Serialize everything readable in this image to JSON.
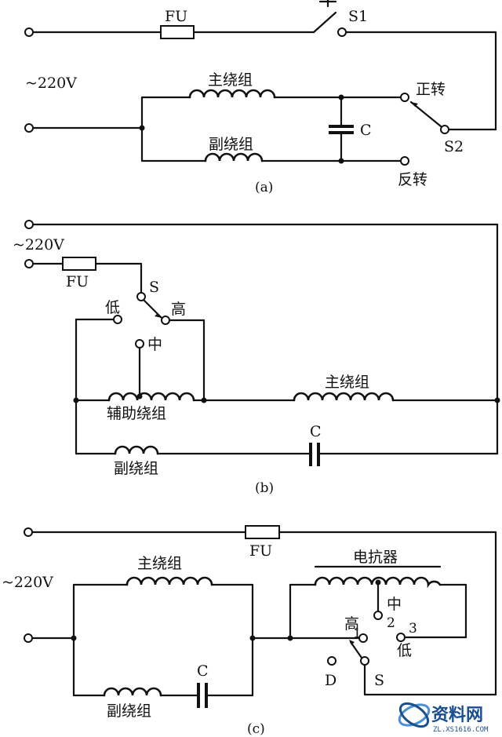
{
  "panel_a": {
    "fuse": "FU",
    "switch1": "S1",
    "voltage": "~220V",
    "main_winding": "主绕组",
    "aux_winding": "副绕组",
    "capacitor": "C",
    "forward": "正转",
    "switch2": "S2",
    "reverse": "反转",
    "caption": "(a)"
  },
  "panel_b": {
    "voltage": "~220V",
    "fuse": "FU",
    "switch": "S",
    "low": "低",
    "high": "高",
    "mid": "中",
    "aux_winding_tapped": "辅助绕组",
    "main_winding": "主绕组",
    "capacitor": "C",
    "aux_winding": "副绕组",
    "caption": "(b)"
  },
  "panel_c": {
    "fuse": "FU",
    "voltage": "~220V",
    "main_winding": "主绕组",
    "reactor": "电抗器",
    "mid": "中",
    "tap2": "2",
    "high": "高",
    "tap1": "1",
    "tap3": "3",
    "low": "低",
    "d": "D",
    "switch": "S",
    "capacitor": "C",
    "aux_winding": "副绕组",
    "caption": "(c)"
  },
  "watermark": {
    "text": "资料网",
    "url": "ZL.XS1616.COM",
    "logo_color": "#1a4f8f"
  }
}
